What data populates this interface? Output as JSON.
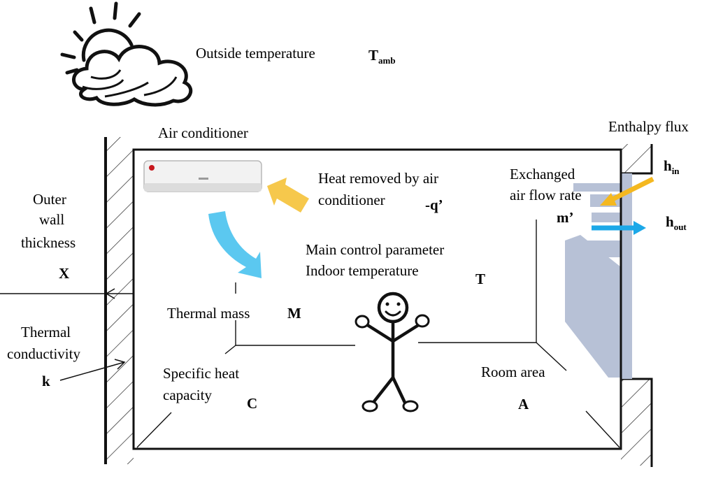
{
  "labels": {
    "outside_temperature": "Outside temperature",
    "air_conditioner": "Air conditioner",
    "enthalpy_flux": "Enthalpy flux",
    "heat_removed_line1": "Heat removed by air",
    "heat_removed_line2": "conditioner",
    "exchanged_line1": "Exchanged",
    "exchanged_line2": "air flow rate",
    "outer_wall_line1": "Outer",
    "outer_wall_line2": "wall",
    "outer_wall_line3": "thickness",
    "main_control_line1": "Main control parameter",
    "main_control_line2": "Indoor temperature",
    "thermal_mass": "Thermal mass",
    "thermal_cond_line1": "Thermal",
    "thermal_cond_line2": "conductivity",
    "specific_heat_line1": "Specific heat",
    "specific_heat_line2": "capacity",
    "room_area": "Room area"
  },
  "symbols": {
    "t_amb_main": "T",
    "t_amb_sub": "amb",
    "q_prime": "-q’",
    "h_in_main": "h",
    "h_in_sub": "in",
    "h_out_main": "h",
    "h_out_sub": "out",
    "m_prime": "m’",
    "x": "X",
    "t": "T",
    "m": "M",
    "k": "k",
    "c": "C",
    "a": "A"
  },
  "colors": {
    "ac_air_arrow": "#5bc8f0",
    "heat_arrow": "#f6c84c",
    "h_in_arrow": "#f4b820",
    "h_out_arrow": "#1ca8e8",
    "window_glass": "#b7c1d6"
  },
  "icons": [
    "sun-icon",
    "cloud-icon",
    "air-conditioner-icon",
    "stick-figure-icon",
    "window-icon"
  ]
}
